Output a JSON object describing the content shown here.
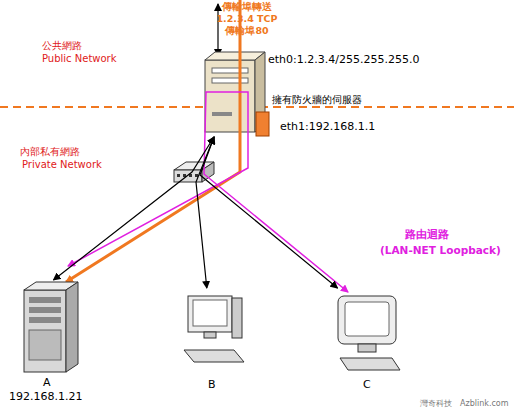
{
  "diagram": {
    "nodes": [
      {
        "text": [
          "eth0:1.2.3.4/255.255.255.0",
          "擁有防火牆的伺服器",
          "eth1:192.168.1.1"
        ]
      },
      {
        "text": [
          "A",
          "192.168.1.21"
        ]
      },
      {
        "text": [
          "B"
        ]
      },
      {
        "text": [
          "C"
        ]
      }
    ],
    "edges": [
      {
        "from": 0,
        "to": 1,
        "arrow": "both"
      },
      {
        "from": 0,
        "to": 2,
        "arrow": "both"
      },
      {
        "from": 0,
        "to": 3,
        "arrow": "both"
      }
    ],
    "labels": [
      "傳輸埠轉送 1.2.3.4 TCP 傳輸埠80",
      "公共網路",
      "Public Network",
      "內部私有網路",
      "Private Network",
      "路由迴路",
      "(LAN-NET Loopback)",
      "灣奇科技",
      "Azblink.com"
    ]
  }
}
